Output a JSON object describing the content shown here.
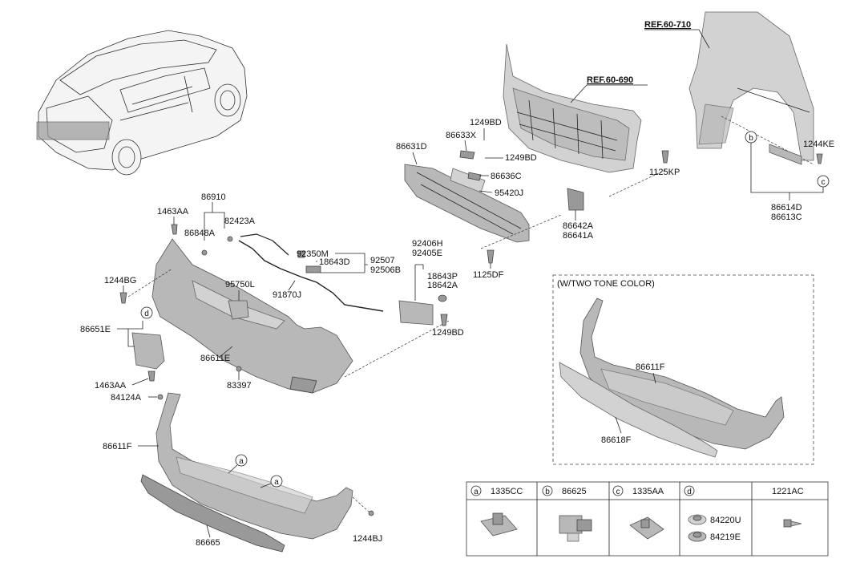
{
  "refs": {
    "ref_710": "REF.60-710",
    "ref_690": "REF.60-690"
  },
  "labels": {
    "p86910": "86910",
    "p1463AA_top": "1463AA",
    "p82423A": "82423A",
    "p86848A": "86848A",
    "p1244BG": "1244BG",
    "p86651E": "86651E",
    "p1463AA_bot": "1463AA",
    "p84124A": "84124A",
    "p95750L": "95750L",
    "p86611E": "86611E",
    "p83397": "83397",
    "p92350M": "92350M",
    "p18643D": "18643D",
    "p92507": "92507",
    "p92506B": "92506B",
    "p91870J": "91870J",
    "p92406H": "92406H",
    "p92405E": "92405E",
    "p18643P": "18643P",
    "p18642A": "18642A",
    "p1249BD_lamp": "1249BD",
    "p86631D": "86631D",
    "p86633X": "86633X",
    "p1249BD_a": "1249BD",
    "p1249BD_b": "1249BD",
    "p86636C": "86636C",
    "p95420J": "95420J",
    "p86642A": "86642A",
    "p86641A": "86641A",
    "p1125DF": "1125DF",
    "p1125KP": "1125KP",
    "p1244KE": "1244KE",
    "p86614D": "86614D",
    "p86613C": "86613C",
    "p86611F_main": "86611F",
    "p86665": "86665",
    "p1244BJ": "1244BJ",
    "p86611F_box": "86611F",
    "p86618F": "86618F",
    "two_tone": "(W/TWO TONE COLOR)"
  },
  "callouts": {
    "a": "a",
    "b": "b",
    "c": "c",
    "d": "d"
  },
  "legend": {
    "col_a_letter": "a",
    "col_a_part": "1335CC",
    "col_b_letter": "b",
    "col_b_part": "86625",
    "col_c_letter": "c",
    "col_c_part": "1335AA",
    "col_d_letter": "d",
    "col_d_part1": "84220U",
    "col_d_part2": "84219E",
    "col_e_part": "1221AC"
  }
}
